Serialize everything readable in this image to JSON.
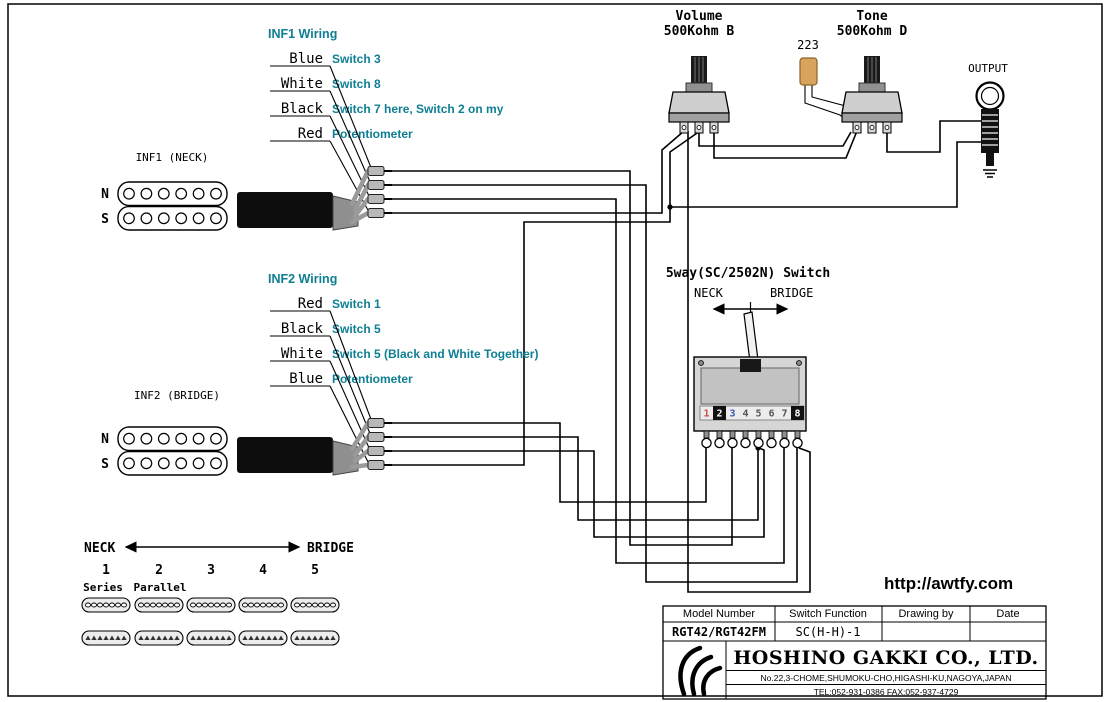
{
  "colors": {
    "accent_teal": "#0e7f93",
    "capacitor": "#d8a35c",
    "highlight_cell": "#111111"
  },
  "top": {
    "volume_label": "Volume",
    "volume_value": "500Kohm B",
    "tone_label": "Tone",
    "tone_value": "500Kohm D",
    "cap_value": "223",
    "output_label": "OUTPUT"
  },
  "inf1": {
    "title": "INF1 Wiring",
    "rows": [
      {
        "color": "Blue",
        "dest": "Switch 3"
      },
      {
        "color": "White",
        "dest": "Switch 8"
      },
      {
        "color": "Black",
        "dest": "Switch 7 here, Switch 2 on my"
      },
      {
        "color": "Red",
        "dest": "Potentiometer"
      }
    ],
    "pickup_label": "INF1 (NECK)",
    "north": "N",
    "south": "S"
  },
  "inf2": {
    "title": "INF2 Wiring",
    "rows": [
      {
        "color": "Red",
        "dest": "Switch 1"
      },
      {
        "color": "Black",
        "dest": "Switch 5"
      },
      {
        "color": "White",
        "dest": "Switch 5 (Black and White Together)"
      },
      {
        "color": "Blue",
        "dest": "Potentiometer"
      }
    ],
    "pickup_label": "INF2 (BRIDGE)",
    "north": "N",
    "south": "S"
  },
  "switch5": {
    "title": "5way(SC/2502N) Switch",
    "neck": "NECK",
    "bridge": "BRIDGE",
    "numbers": [
      "1",
      "2",
      "3",
      "4",
      "5",
      "6",
      "7",
      "8"
    ]
  },
  "positions": {
    "neck": "NECK",
    "bridge": "BRIDGE",
    "numbers": [
      "1",
      "2",
      "3",
      "4",
      "5"
    ],
    "series": "Series",
    "parallel": "Parallel"
  },
  "footer": {
    "url": "http://awtfy.com",
    "table": {
      "headers": [
        "Model Number",
        "Switch Function",
        "Drawing by",
        "Date"
      ],
      "model": "RGT42/RGT42FM",
      "function": "SC(H-H)-1"
    },
    "company": "HOSHINO GAKKI CO., LTD.",
    "address": "No.22,3-CHOME,SHUMOKU-CHO,HIGASHI-KU,NAGOYA,JAPAN",
    "tel_fax": "TEL:052-931-0386 FAX:052-937-4729"
  }
}
